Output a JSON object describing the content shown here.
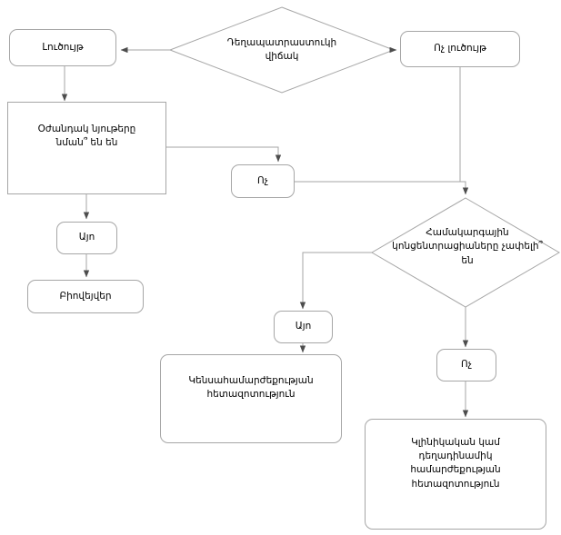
{
  "diagram": {
    "title": "Bioequivalence decision flowchart",
    "language": "hy",
    "stroke_color": "#a6a6a6",
    "arrow_color": "#595959",
    "text_color": "#000000",
    "background": "#ffffff"
  },
  "nodes": {
    "solution": {
      "label": "Լուծույթ",
      "shape": "rounded-rect"
    },
    "decision_form": {
      "label": "Դեղապատրաստուկի\nվիճակ",
      "shape": "diamond"
    },
    "not_solution": {
      "label": "Ոչ լուծույթ",
      "shape": "rounded-rect"
    },
    "excipients_same": {
      "label": "Օժանդակ նյութերը\nնման՞ են են",
      "shape": "rect"
    },
    "no_1": {
      "label": "Ոչ",
      "shape": "rounded-rect"
    },
    "yes_1": {
      "label": "Այո",
      "shape": "rounded-rect"
    },
    "biowaiver": {
      "label": "Բիովեյվեր",
      "shape": "rounded-rect"
    },
    "decision_concentration": {
      "label": "Համակարգային\nկոնցենտրացիաները չափելի՞\nեն",
      "shape": "diamond"
    },
    "yes_2": {
      "label": "Այո",
      "shape": "rounded-rect"
    },
    "no_2": {
      "label": "Ոչ",
      "shape": "rounded-rect"
    },
    "bioequivalence_study": {
      "label": "Կենսահամարժեքության\nհետազոտություն",
      "shape": "rounded-rect"
    },
    "clinical_study": {
      "label": "Կլինիկական կամ\nդեղադինամիկ\nհամարժեքության\nհետազոտություն",
      "shape": "rounded-rect"
    }
  },
  "edges": [
    {
      "from": "decision_form",
      "to": "solution",
      "label": ""
    },
    {
      "from": "decision_form",
      "to": "not_solution",
      "label": ""
    },
    {
      "from": "solution",
      "to": "excipients_same",
      "label": ""
    },
    {
      "from": "excipients_same",
      "to": "no_1",
      "label": ""
    },
    {
      "from": "excipients_same",
      "to": "yes_1",
      "label": ""
    },
    {
      "from": "yes_1",
      "to": "biowaiver",
      "label": ""
    },
    {
      "from": "no_1",
      "to": "decision_concentration",
      "label": ""
    },
    {
      "from": "not_solution",
      "to": "decision_concentration",
      "label": ""
    },
    {
      "from": "decision_concentration",
      "to": "yes_2",
      "label": ""
    },
    {
      "from": "decision_concentration",
      "to": "no_2",
      "label": ""
    },
    {
      "from": "yes_2",
      "to": "bioequivalence_study",
      "label": ""
    },
    {
      "from": "no_2",
      "to": "clinical_study",
      "label": ""
    }
  ]
}
